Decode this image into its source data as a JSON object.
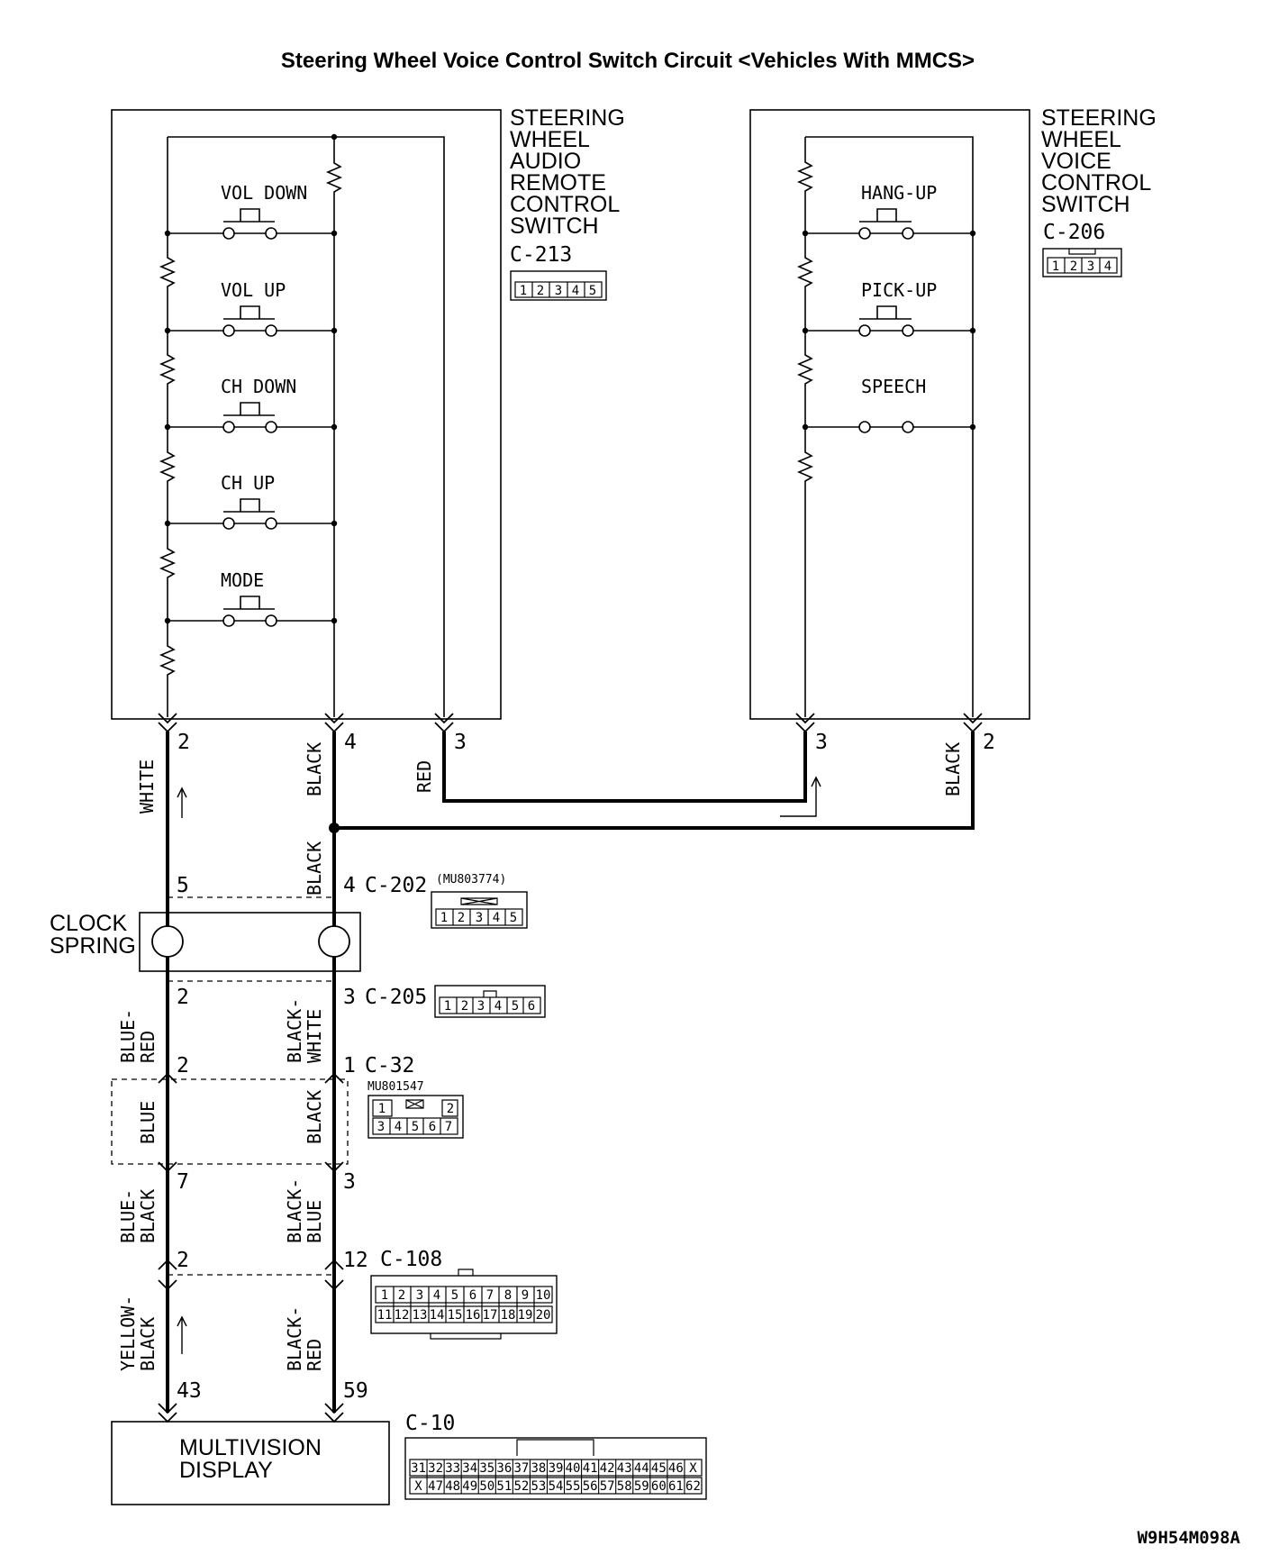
{
  "title": "Steering Wheel Voice Control Switch Circuit <Vehicles With MMCS>",
  "diagram_code": "W9H54M098A",
  "audio_switch": {
    "name_lines": [
      "STEERING",
      "WHEEL",
      "AUDIO",
      "REMOTE",
      "CONTROL",
      "SWITCH"
    ],
    "connector": "C-213",
    "pins": [
      "1",
      "2",
      "3",
      "4",
      "5"
    ],
    "buttons": [
      "VOL DOWN",
      "VOL UP",
      "CH DOWN",
      "CH UP",
      "MODE"
    ]
  },
  "voice_switch": {
    "name_lines": [
      "STEERING",
      "WHEEL",
      "VOICE",
      "CONTROL",
      "SWITCH"
    ],
    "connector": "C-206",
    "pins": [
      "1",
      "2",
      "3",
      "4"
    ],
    "buttons": [
      "HANG-UP",
      "PICK-UP",
      "SPEECH"
    ]
  },
  "terminals": {
    "audio_white": "2",
    "audio_black": "4",
    "audio_red": "3",
    "voice_red": "3",
    "voice_black": "2"
  },
  "wires": {
    "white": "WHITE",
    "black_top": "BLACK",
    "red": "RED",
    "black_voice": "BLACK",
    "black_mid": "BLACK",
    "blue_red": [
      "BLUE-",
      "RED"
    ],
    "black_white": [
      "BLACK-",
      "WHITE"
    ],
    "blue": "BLUE",
    "black_c32": "BLACK",
    "blue_black": [
      "BLUE-",
      "BLACK"
    ],
    "black_blue": [
      "BLACK-",
      "BLUE"
    ],
    "yellow_black": [
      "YELLOW-",
      "BLACK"
    ],
    "black_red": [
      "BLACK-",
      "RED"
    ]
  },
  "c202": {
    "label": "C-202",
    "part": "(MU803774)",
    "pin_left": "5",
    "pin_right": "4",
    "pins": [
      "1",
      "2",
      "3",
      "4",
      "5"
    ]
  },
  "clock_spring": [
    "CLOCK",
    "SPRING"
  ],
  "c205": {
    "label": "C-205",
    "pin_left": "2",
    "pin_right": "3",
    "pins": [
      "1",
      "2",
      "3",
      "4",
      "5",
      "6"
    ]
  },
  "c32": {
    "label": "C-32",
    "part": "MU801547",
    "pin_left": "2",
    "pin_right": "1",
    "pins_top": [
      "1",
      "2"
    ],
    "pins_bottom": [
      "3",
      "4",
      "5",
      "6",
      "7"
    ]
  },
  "junction": {
    "pin_left": "7",
    "pin_right": "3"
  },
  "c108": {
    "label": "C-108",
    "pin_left": "2",
    "pin_right": "12",
    "pins_top": [
      "1",
      "2",
      "3",
      "4",
      "5",
      "6",
      "7",
      "8",
      "9",
      "10"
    ],
    "pins_bottom": [
      "11",
      "12",
      "13",
      "14",
      "15",
      "16",
      "17",
      "18",
      "19",
      "20"
    ]
  },
  "display": {
    "name_lines": [
      "MULTIVISION",
      "DISPLAY"
    ],
    "connector": "C-10",
    "pin_left": "43",
    "pin_right": "59",
    "pins_top": [
      "31",
      "32",
      "33",
      "34",
      "35",
      "36",
      "37",
      "38",
      "39",
      "40",
      "41",
      "42",
      "43",
      "44",
      "45",
      "46",
      "X"
    ],
    "pins_bottom": [
      "X",
      "47",
      "48",
      "49",
      "50",
      "51",
      "52",
      "53",
      "54",
      "55",
      "56",
      "57",
      "58",
      "59",
      "60",
      "61",
      "62"
    ]
  }
}
